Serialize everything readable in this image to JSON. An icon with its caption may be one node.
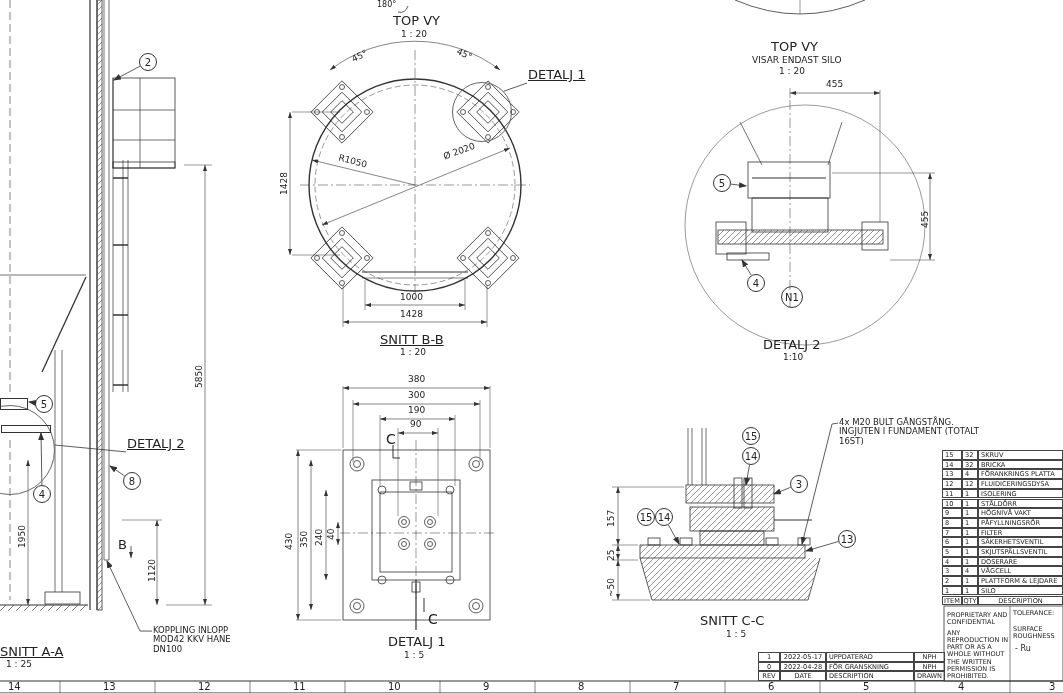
{
  "diagram": {
    "nodes": [
      {
        "text": [
          "2"
        ]
      },
      {
        "text": [
          "5"
        ]
      },
      {
        "text": [
          "4"
        ]
      },
      {
        "text": [
          "8"
        ]
      },
      {
        "text": [
          "DETALJ 2"
        ]
      },
      {
        "text": [],
        "shape": "circle"
      },
      {
        "text": [
          "KOPPLING INLOPP MOD42 KKV HANE DN100"
        ]
      },
      {
        "text": [
          "DETALJ 1"
        ]
      },
      {
        "text": [],
        "shape": "circle"
      },
      {
        "text": [
          "5"
        ]
      },
      {
        "text": [
          "4"
        ]
      },
      {
        "text": [
          "N1"
        ]
      },
      {
        "text": [
          "15"
        ]
      },
      {
        "text": [
          "14"
        ]
      },
      {
        "text": [
          "3"
        ]
      },
      {
        "text": [
          "15"
        ]
      },
      {
        "text": [
          "14"
        ]
      },
      {
        "text": [
          "13"
        ]
      },
      {
        "text": [
          "4x M20 BULT GÄNGSTÅNG. INGJUTEN I FUNDAMENT (TOTALT 16ST)"
        ]
      },
      {
        "text": [],
        "shape": "picture"
      },
      {
        "text": [],
        "shape": "picture"
      },
      {
        "text": [],
        "shape": "box"
      },
      {
        "text": [],
        "shape": "box",
        "in": 5
      }
    ],
    "edges": [
      {
        "from": 0,
        "to": 20,
        "arrow": "to"
      },
      {
        "from": 1,
        "to": 21,
        "arrow": "to"
      },
      {
        "from": 2,
        "to": 22,
        "arrow": "to"
      },
      {
        "from": 3,
        "to": 19,
        "arrow": "to"
      },
      {
        "from": 4,
        "to": 5,
        "arrow": "none"
      },
      {
        "from": 6,
        "to": 19,
        "arrow": "to"
      },
      {
        "from": 7,
        "to": 8,
        "arrow": "none"
      },
      {
        "from": 9,
        "to": null,
        "arrow": "to"
      },
      {
        "from": 10,
        "to": null,
        "arrow": "to"
      },
      {
        "from": 13,
        "to": null,
        "arrow": "to"
      },
      {
        "from": 14,
        "to": null,
        "arrow": "to"
      },
      {
        "from": 16,
        "to": null,
        "arrow": "to"
      },
      {
        "from": 17,
        "to": null,
        "arrow": "to"
      },
      {
        "from": 18,
        "to": null,
        "arrow": "to"
      }
    ],
    "labels": [
      "180°",
      "TOP VY",
      "1 : 20",
      "45°",
      "45°",
      "1428",
      "R1050",
      "Ø 2020",
      "1000",
      "1428",
      "SNITT B-B",
      "1 : 20",
      "380",
      "300",
      "190",
      "90",
      "C",
      "430",
      "350",
      "240",
      "40",
      "C",
      "DETALJ 1",
      "1 : 5",
      "TOP VY",
      "VISAR ENDAST SILO",
      "1 : 20",
      "455",
      "455",
      "DETALJ 2",
      "1:10",
      "157",
      "25",
      "~50",
      "SNITT C-C",
      "1 : 5",
      "5850",
      "1950",
      "1120",
      "B",
      "SNITT A-A",
      "1 : 25",
      "15",
      "32",
      "SKRUV",
      "14",
      "32",
      "BRICKA",
      "13",
      "4",
      "FÖRANKRINGS PLATTA",
      "12",
      "12",
      "FLUIDICERINGSDYSA",
      "11",
      "1",
      "ISOLERING",
      "10",
      "1",
      "STÅLDÖRR",
      "9",
      "1",
      "HÖGNIVÅ VAKT",
      "8",
      "1",
      "PÅFYLLNINGSRÖR",
      "7",
      "1",
      "FILTER",
      "6",
      "1",
      "SÄKERHETSVENTIL",
      "5",
      "1",
      "SKJUTSPÄLLSVENTIL",
      "4",
      "1",
      "DOSERARE",
      "3",
      "4",
      "VÅGCELL",
      "2",
      "1",
      "PLATTFORM & LEJDARE",
      "1",
      "1",
      "SILO",
      "ITEM",
      "QTY",
      "DESCRIPTION",
      "1",
      "2022-05-17",
      "UPPDATERAD",
      "NPH",
      "0",
      "2022-04-28",
      "FÖR GRANSKNING",
      "NPH",
      "REV",
      "DATE",
      "DESCRIPTION",
      "DRAWN",
      "PROPRIETARY AND CONFIDENTIAL",
      "ANY REPRODUCTION IN PART OR AS A WHOLE WITHOUT THE WRITTEN PERMISSION IS PROHIBITED.",
      "TOLERANCE:",
      "SURFACE ROUGHNESS",
      "- Ru",
      "14",
      "13",
      "12",
      "11",
      "10",
      "9",
      "8",
      "7",
      "6",
      "5",
      "4",
      "3"
    ]
  }
}
